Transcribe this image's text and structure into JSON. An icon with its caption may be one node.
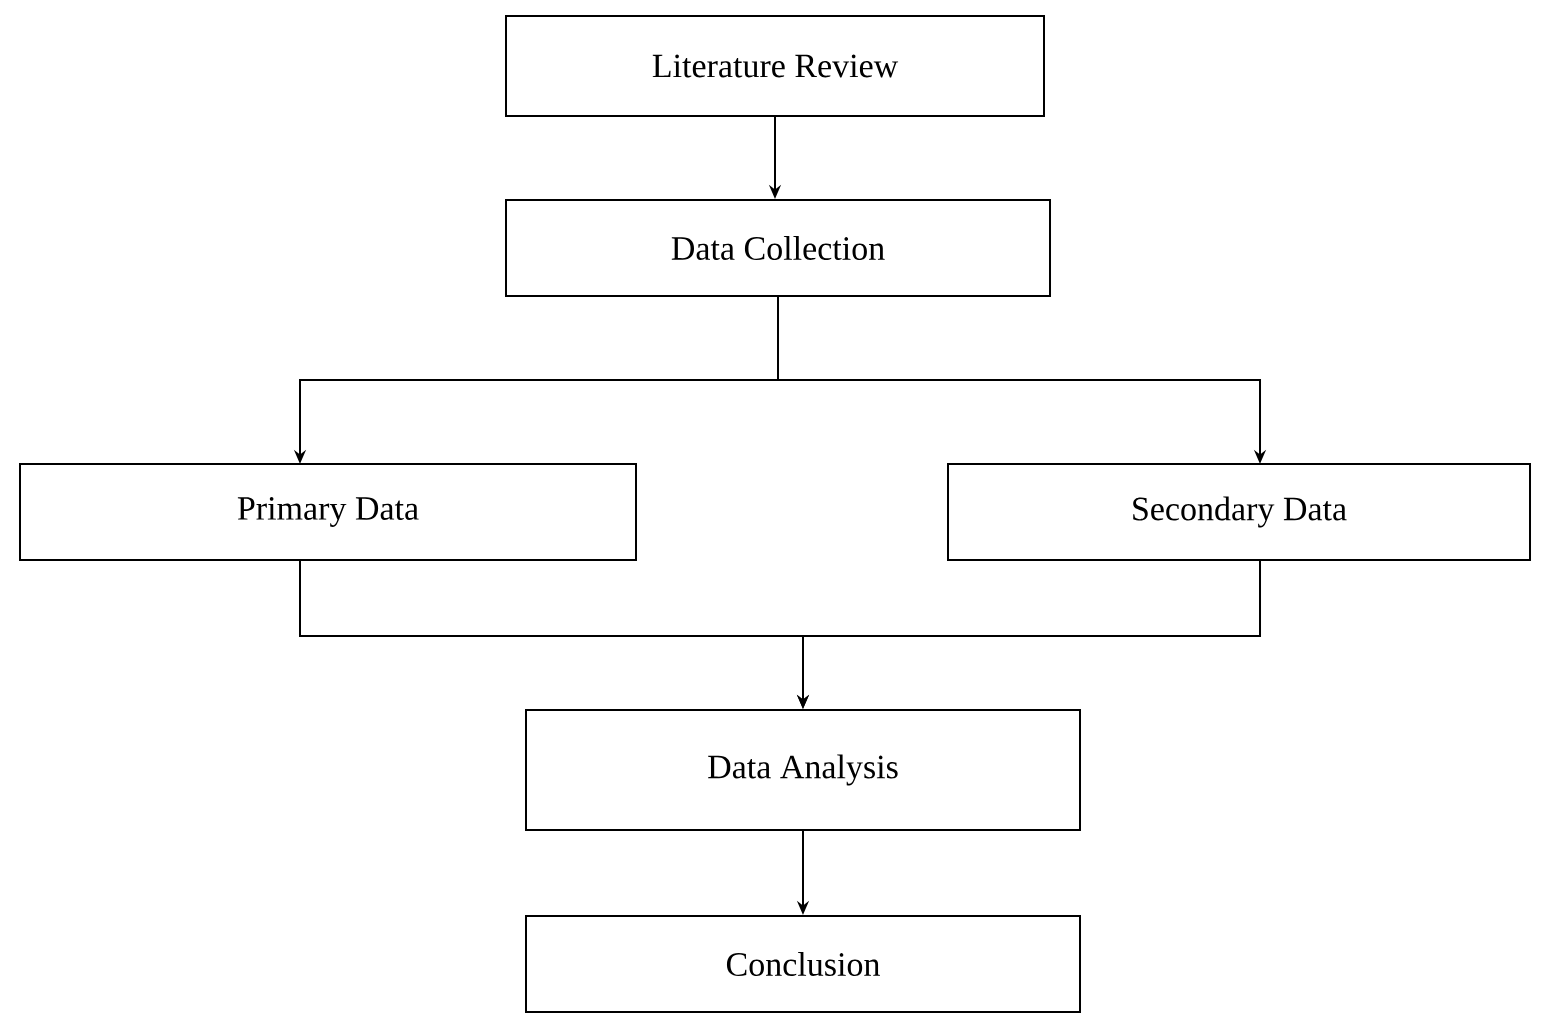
{
  "diagram": {
    "nodes": [
      {
        "text": [
          "Literature Review"
        ]
      },
      {
        "text": [
          "Data Collection"
        ]
      },
      {
        "text": [
          "Primary Data"
        ]
      },
      {
        "text": [
          "Secondary Data"
        ]
      },
      {
        "text": [
          "Data Analysis"
        ]
      },
      {
        "text": [
          "Conclusion"
        ]
      }
    ],
    "edges": [
      {
        "from": 0,
        "to": 1,
        "arrow": "to"
      },
      {
        "from": 1,
        "to": 2,
        "arrow": "to"
      },
      {
        "from": 1,
        "to": 3,
        "arrow": "to"
      },
      {
        "from": 2,
        "to": 4,
        "arrow": "to"
      },
      {
        "from": 3,
        "to": 4,
        "arrow": "to"
      },
      {
        "from": 4,
        "to": 5,
        "arrow": "to"
      }
    ]
  }
}
